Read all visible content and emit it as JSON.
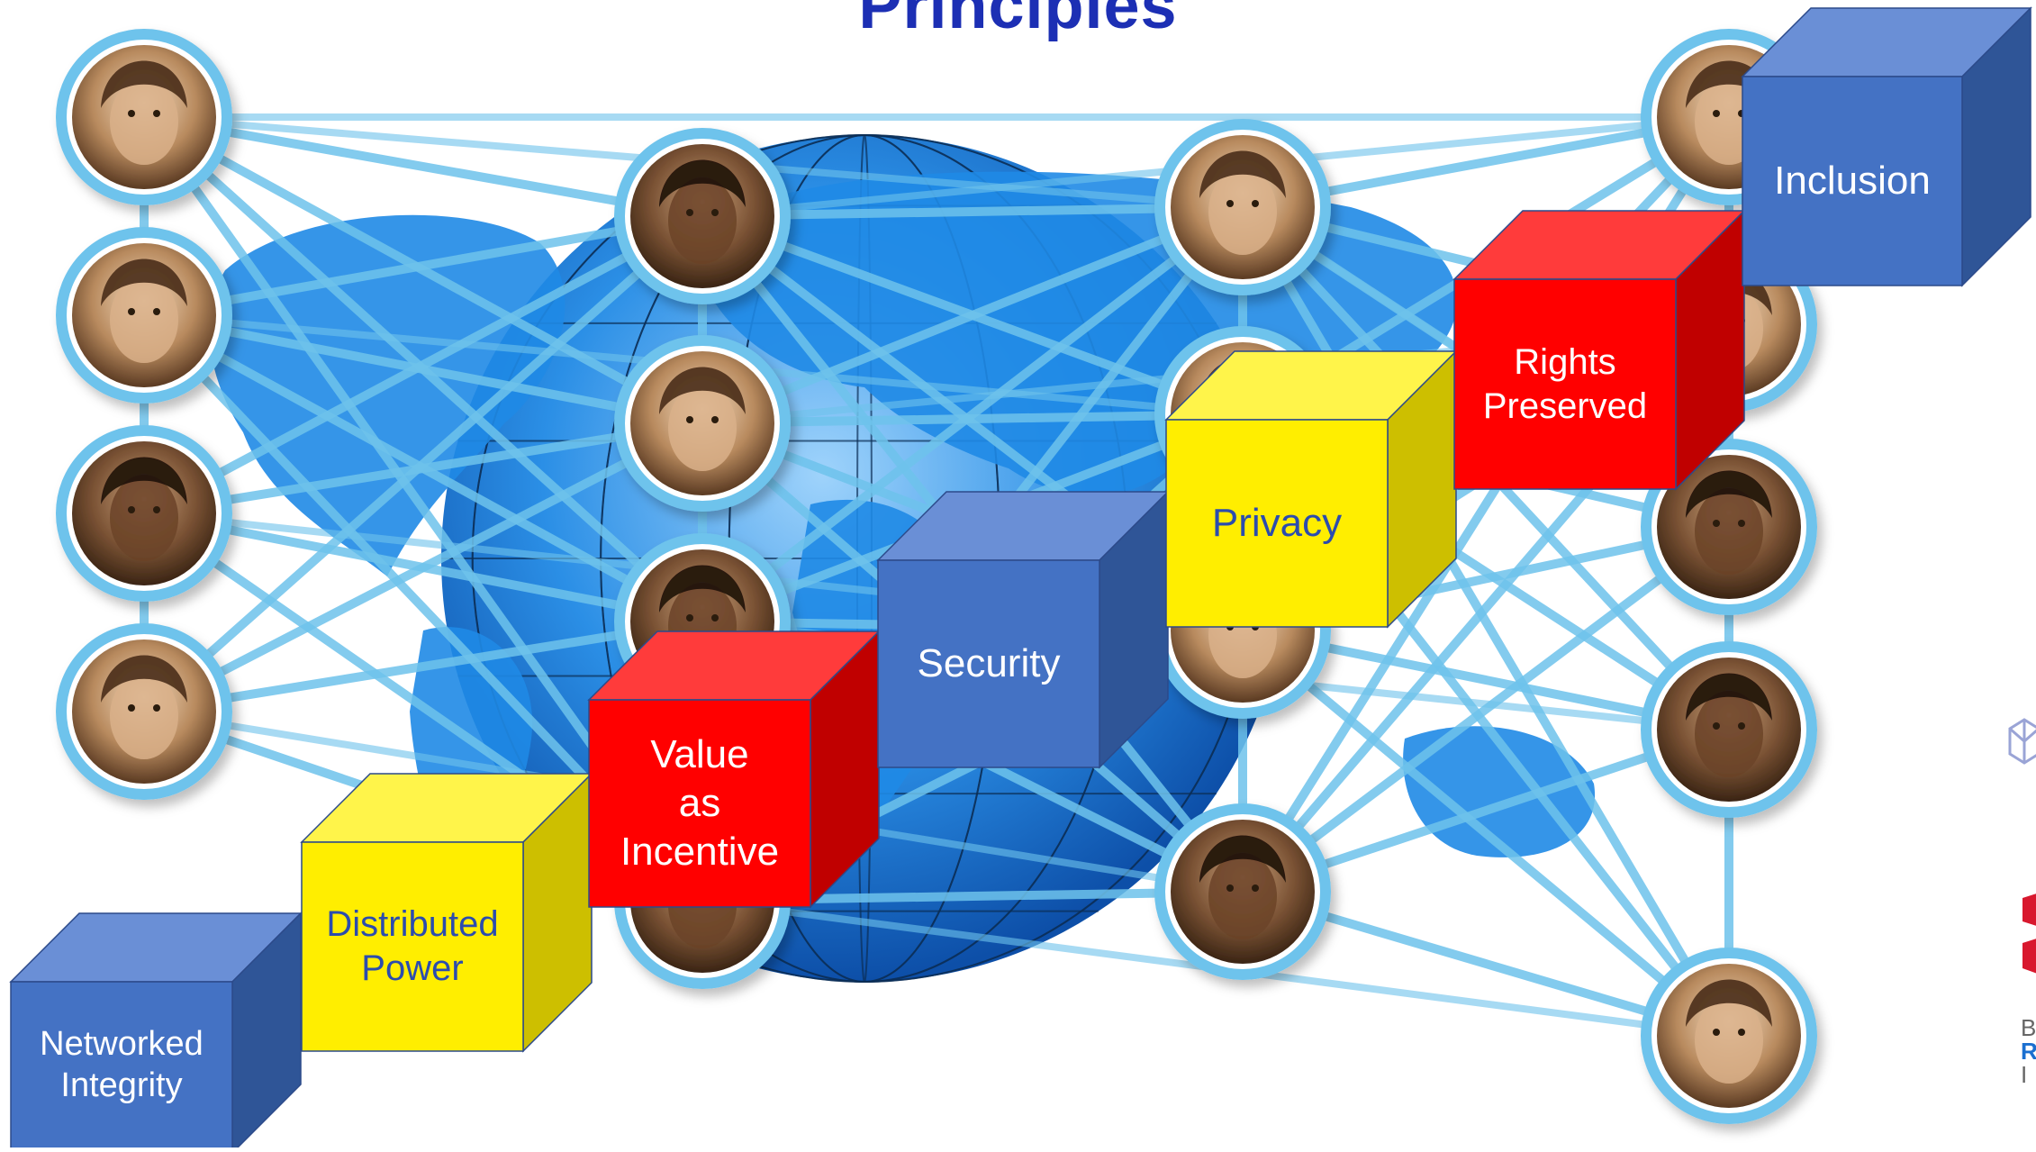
{
  "title": "Principles",
  "colors": {
    "network_line": "#6ec3ec",
    "network_line_dark": "#3a9bdc",
    "globe": "#1f8ae6",
    "blue_face": "#4472c4",
    "blue_top": "#6a8fd6",
    "blue_side": "#2f5597",
    "red_face": "#ff0000",
    "red_top": "#ff3b3b",
    "red_side": "#c00000",
    "yellow_face": "#ffee00",
    "yellow_top": "#fff44a",
    "yellow_side": "#cdbf00",
    "title": "#1c2fb4"
  },
  "principles": [
    {
      "id": "networked-integrity",
      "label": "Networked\nIntegrity",
      "color": "blue"
    },
    {
      "id": "distributed-power",
      "label": "Distributed\nPower",
      "color": "yellow"
    },
    {
      "id": "value-as-incentive",
      "label": "Value\nas\nIncentive",
      "color": "red"
    },
    {
      "id": "security",
      "label": "Security",
      "color": "blue"
    },
    {
      "id": "privacy",
      "label": "Privacy",
      "color": "yellow"
    },
    {
      "id": "rights-preserved",
      "label": "Rights\nPreserved",
      "color": "red"
    },
    {
      "id": "inclusion",
      "label": "Inclusion",
      "color": "blue"
    }
  ],
  "edge_text": [
    "B",
    "R",
    "I"
  ]
}
